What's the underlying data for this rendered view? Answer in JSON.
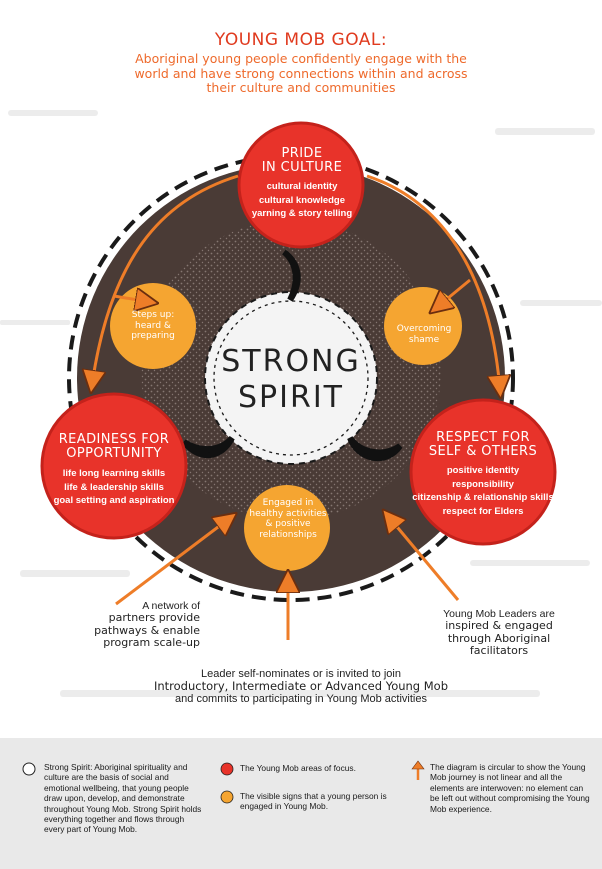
{
  "header": {
    "title": "YOUNG MOB GOAL:",
    "subtitle": "Aboriginal young people confidently engage with the world and have strong connections within and across their culture and communities"
  },
  "center": {
    "line1": "STRONG",
    "line2": "SPIRIT"
  },
  "focus_areas": {
    "pride": {
      "title1": "PRIDE",
      "title2": "IN CULTURE",
      "items": [
        "cultural identity",
        "cultural knowledge",
        "yarning & story telling"
      ]
    },
    "readiness": {
      "title1": "READINESS FOR",
      "title2": "OPPORTUNITY",
      "items": [
        "life long learning skills",
        "life & leadership skills",
        "goal setting and aspiration"
      ]
    },
    "respect": {
      "title1": "RESPECT FOR",
      "title2": "SELF & OTHERS",
      "items": [
        "positive identity",
        "responsibility",
        "citizenship & relationship skills",
        "respect for Elders"
      ]
    }
  },
  "signs": {
    "steps_up": [
      "Steps up:",
      "heard &",
      "preparing"
    ],
    "overcoming": [
      "Overcoming",
      "shame"
    ],
    "engaged": [
      "Engaged in",
      "healthy activities",
      "& positive",
      "relationships"
    ]
  },
  "notes": {
    "left": {
      "line1": "A network of",
      "line2": "partners provide",
      "line3": "pathways & enable",
      "line4": "program scale-up"
    },
    "right": {
      "line1": "Young Mob Leaders are",
      "line2": "inspired & engaged",
      "line3": "through Aboriginal",
      "line4": "facilitators"
    },
    "bottom": {
      "line1": "Leader self-nominates or is invited to join",
      "line2": "Introductory, Intermediate or Advanced Young Mob",
      "line3": "and commits to participating in Young Mob activities"
    }
  },
  "legend": {
    "strong_spirit": "Strong Spirit: Aboriginal spirituality and culture are the basis of social and emotional wellbeing, that young people draw upon, develop, and demonstrate throughout Young Mob. Strong Spirit holds everything together and flows through every part of Young Mob.",
    "focus": "The Young Mob areas of focus.",
    "signs": "The visible signs that a young person is engaged in Young Mob.",
    "circular": "The diagram is circular to show the Young Mob journey is not linear and all the elements are interwoven: no element can be left out without compromising the Young Mob experience."
  },
  "colors": {
    "red": "#e8332a",
    "red_dark": "#c4221b",
    "orange": "#f5a531",
    "arrow": "#ee7d28",
    "ring": "#4a3b36",
    "title": "#e03a1e"
  }
}
